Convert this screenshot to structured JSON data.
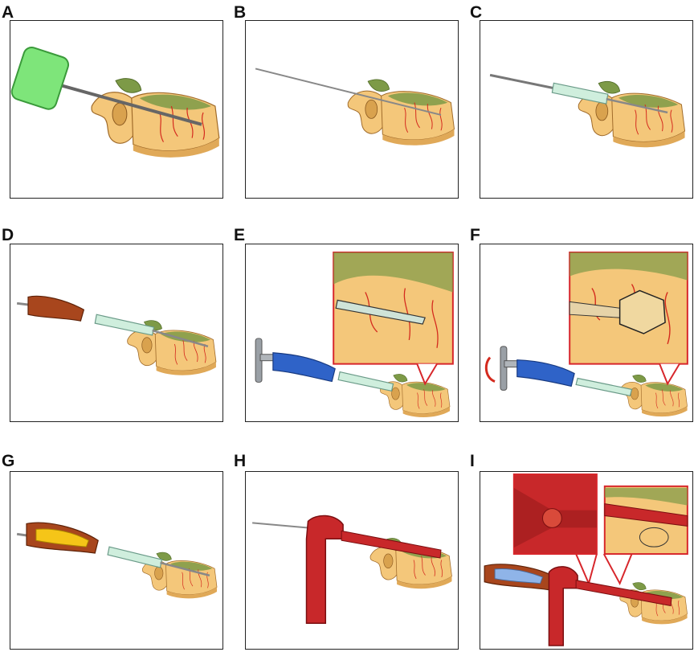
{
  "panels": [
    {
      "label": "A",
      "tool": "trocar-handle",
      "handle_color": "#7ee57a"
    },
    {
      "label": "B",
      "tool": "guide-wire"
    },
    {
      "label": "C",
      "tool": "working-cannula",
      "cannula_color": "#cfeedd"
    },
    {
      "label": "D",
      "tool": "drill",
      "handle_color": "#a8461d"
    },
    {
      "label": "E",
      "tool": "expander",
      "handle_color": "#2f63c8",
      "zoom": "closed-device"
    },
    {
      "label": "F",
      "tool": "expander",
      "handle_color": "#2f63c8",
      "zoom": "open-device"
    },
    {
      "label": "G",
      "tool": "filler",
      "handle_color": "#a8461d",
      "accent_color": "#f5c518"
    },
    {
      "label": "H",
      "tool": "cement-injector",
      "injector_color": "#c8282a"
    },
    {
      "label": "I",
      "tool": "cement-injection",
      "injector_color": "#c8282a",
      "accent_color": "#8fb4e8"
    }
  ],
  "colors": {
    "bone": "#f4c77a",
    "bone_shadow": "#d9a24e",
    "cortex_top": "#7d9a47",
    "vessels": "#d42a1e",
    "zoom_border": "#d7262b"
  }
}
